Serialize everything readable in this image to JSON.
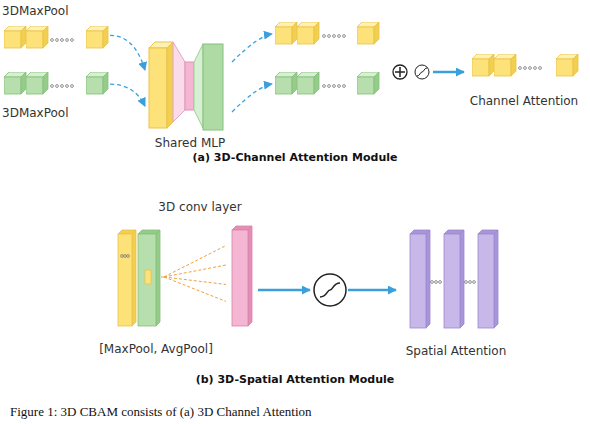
{
  "diagram": {
    "caption": "Figure 1: 3D CBAM consists of (a) 3D Channel Attention",
    "nodes": [
      {
        "text": [
          "3DMaxPool"
        ]
      },
      {
        "text": [
          "3DMaxPool"
        ]
      },
      {
        "text": [
          "Shared MLP"
        ]
      },
      {
        "text": [
          "Channel Attention"
        ]
      },
      {
        "text": [
          "[MaxPool, AvgPool]"
        ]
      },
      {
        "text": [
          "3D conv layer"
        ]
      },
      {
        "text": [
          "Spatial Attention"
        ]
      }
    ],
    "edges": [
      {
        "from": 0,
        "to": 2,
        "arrow": "to"
      },
      {
        "from": 1,
        "to": 2,
        "arrow": "to"
      },
      {
        "from": 4,
        "to": 5,
        "arrow": "none"
      }
    ],
    "labels": [
      "(a) 3D-Channel Attention Module",
      "(b) 3D-Spatial Attention Module"
    ]
  }
}
